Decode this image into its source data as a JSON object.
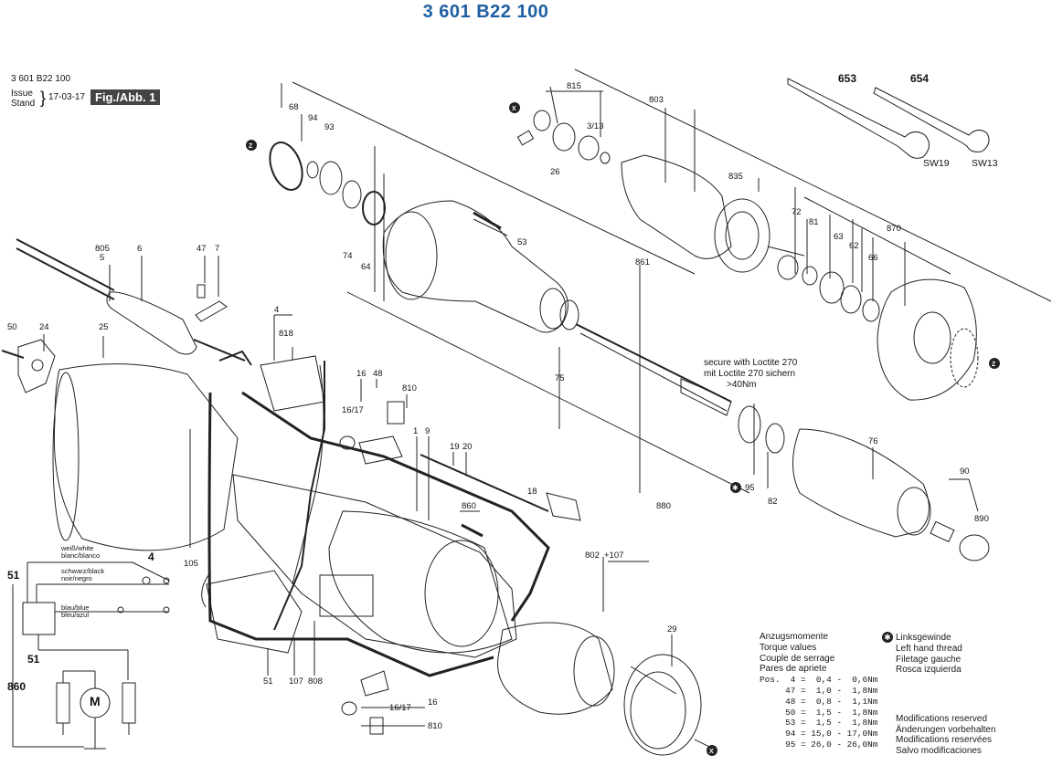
{
  "title": "3 601 B22 100",
  "header": {
    "part_number": "3 601 B22 100",
    "issue_label": "Issue",
    "stand_label": "Stand",
    "date": "17-03-17",
    "figure": "Fig./Abb. 1"
  },
  "callouts": [
    "68",
    "94",
    "93",
    "815",
    "803",
    "3/13",
    "26",
    "835",
    "653",
    "654",
    "SW19",
    "SW13",
    "53",
    "805",
    "5",
    "6",
    "47",
    "7",
    "74",
    "64",
    "861",
    "72",
    "81",
    "63",
    "62",
    "870",
    "66",
    "4",
    "818",
    "50",
    "24",
    "25",
    "16",
    "48",
    "810",
    "16/17",
    "1",
    "9",
    "19",
    "20",
    "75",
    "secure with Loctite 270",
    "mit Loctite 270 sichern",
    ">40Nm",
    "76",
    "18",
    "860",
    "880",
    "95",
    "82",
    "90",
    "890",
    "105",
    "802",
    "+107",
    "29",
    "51",
    "107",
    "808",
    "16",
    "16/17",
    "810",
    "X",
    "Z"
  ],
  "wiring": {
    "white": "weiß/white",
    "white2": "blanc/blanco",
    "black": "schwarz/black",
    "black2": "noir/negro",
    "blue": "blau/blue",
    "blue2": "bleu/azul",
    "motor": "M",
    "n51a": "51",
    "n51b": "51",
    "n4": "4",
    "n860": "860"
  },
  "torque": {
    "heading": [
      "Anzugsmomente",
      "Torque values",
      "Couple de serrage",
      "Pares de apriete"
    ],
    "rows": [
      "Pos.  4 =  0,4 -  0,6Nm",
      "     47 =  1,0 -  1,8Nm",
      "     48 =  0,8 -  1,1Nm",
      "     50 =  1,5 -  1,8Nm",
      "     53 =  1,5 -  1,8Nm",
      "     94 = 15,0 - 17,0Nm",
      "     95 = 26,0 - 26,0Nm"
    ]
  },
  "legend": {
    "lines": [
      "Linksgewinde",
      "Left hand thread",
      "Filetage gauche",
      "Rosca izquierda"
    ]
  },
  "modifications": [
    "Modifications reserved",
    "Änderungen vorbehalten",
    "Modifications reservées",
    "Salvo modificaciones"
  ],
  "colors": {
    "title": "#1f5fa3",
    "figure_box": "#444444",
    "lines": "#222222"
  }
}
